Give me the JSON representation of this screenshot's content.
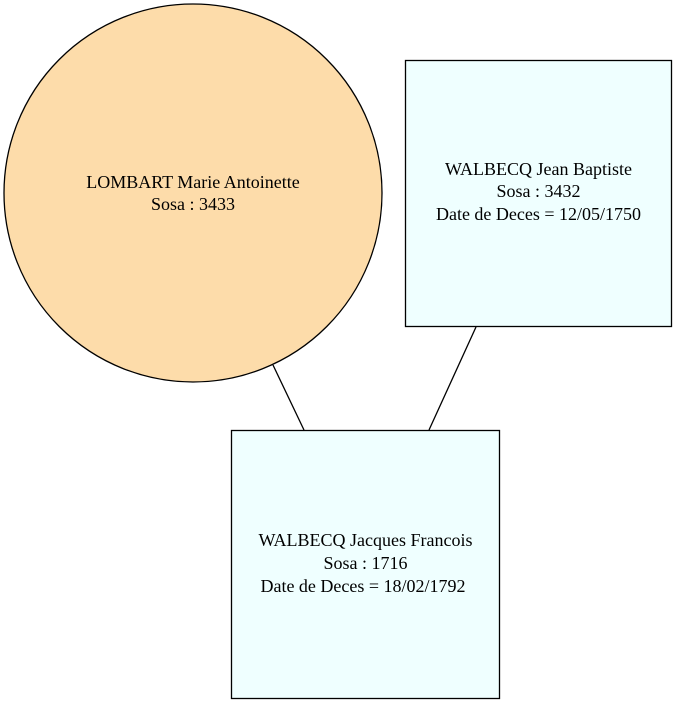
{
  "colors": {
    "female_fill": "#fddcaa",
    "male_fill": "#efffff",
    "stroke": "#000000"
  },
  "nodes": {
    "mother": {
      "name": "LOMBART Marie Antoinette",
      "sosa": "Sosa : 3433"
    },
    "father": {
      "name": "WALBECQ Jean Baptiste",
      "sosa": "Sosa : 3432",
      "death": "Date de Deces = 12/05/1750"
    },
    "child": {
      "name": "WALBECQ Jacques Francois",
      "sosa": "Sosa : 1716",
      "death": "Date de Deces = 18/02/1792"
    }
  }
}
